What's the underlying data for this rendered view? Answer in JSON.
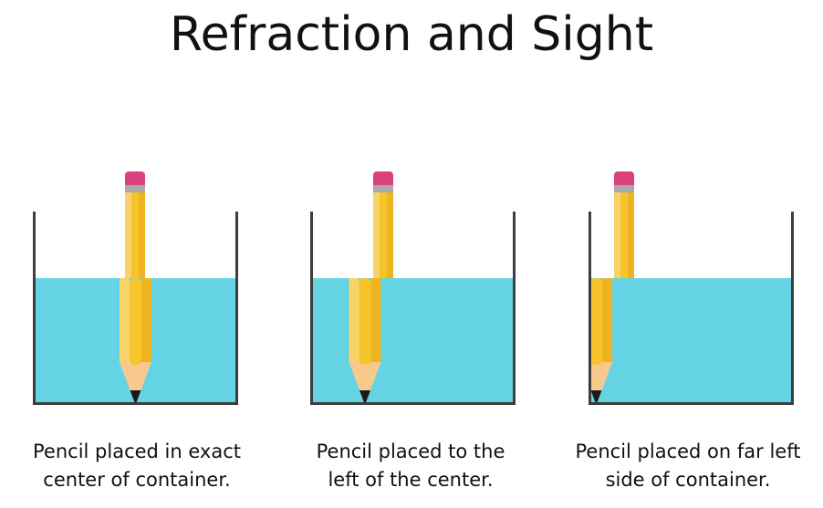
{
  "title": "Refraction and Sight",
  "colors": {
    "water": "#64d4e4",
    "container": "#3d3d3d",
    "pencil_light": "#f8d36a",
    "pencil_mid": "#f7c52b",
    "pencil_dark": "#eeb420",
    "wood": "#f7c98c",
    "lead": "#1a1a1a",
    "eraser": "#d9427f",
    "ferrule": "#a9a9a9"
  },
  "panels": [
    {
      "caption_line1": "Pencil placed in exact",
      "caption_line2": "center of container."
    },
    {
      "caption_line1": "Pencil placed to the",
      "caption_line2": "left of the center."
    },
    {
      "caption_line1": "Pencil placed on far left",
      "caption_line2": "side of container."
    }
  ]
}
